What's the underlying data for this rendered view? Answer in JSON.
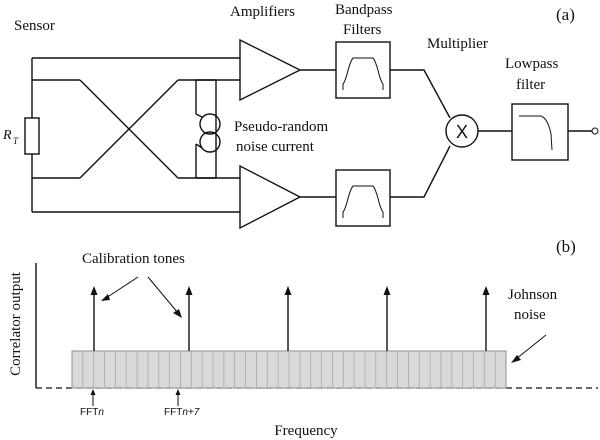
{
  "panel_a": {
    "label": "(a)",
    "sensor_label": "Sensor",
    "resistor_symbol": "R",
    "resistor_subscript": "T",
    "amplifiers_label": "Amplifiers",
    "bandpass_label_line1": "Bandpass",
    "bandpass_label_line2": "Filters",
    "multiplier_label": "Multiplier",
    "multiplier_symbol": "X",
    "lowpass_label_line1": "Lowpass",
    "lowpass_label_line2": "filter",
    "noise_label_line1": "Pseudo-random",
    "noise_label_line2": "noise current"
  },
  "panel_b": {
    "label": "(b)",
    "ylabel": "Correlator output",
    "xlabel": "Frequency",
    "calibration_label": "Calibration tones",
    "johnson_label_line1": "Johnson",
    "johnson_label_line2": "noise",
    "fft_n_prefix": "FFT",
    "fft_n_var": "n",
    "fft_n7_prefix": "FFT",
    "fft_n7_var": "n+7"
  },
  "colors": {
    "line": "#111111",
    "noise_fill": "#d9d9d9",
    "noise_divider": "#a8a8a8"
  }
}
